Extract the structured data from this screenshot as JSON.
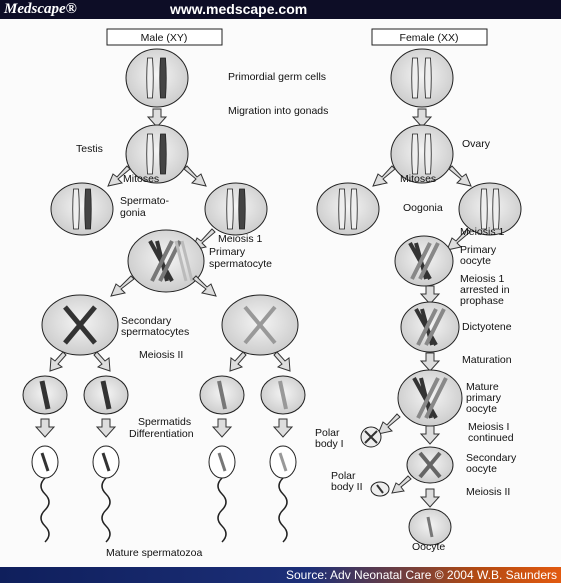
{
  "header": {
    "brand": "Medscape®",
    "url": "www.medscape.com"
  },
  "footer": {
    "source": "Source: Adv Neonatal Care © 2004 W.B. Saunders"
  },
  "labels": {
    "male_title": "Male (XY)",
    "female_title": "Female (XX)",
    "primordial": "Primordial germ cells",
    "migration": "Migration into gonads",
    "testis": "Testis",
    "ovary": "Ovary",
    "mitoses_male": "Mitoses",
    "mitoses_female": "Mitoses",
    "spermatogonia_1": "Spermato-",
    "spermatogonia_2": "gonia",
    "oogonia": "Oogonia",
    "meiosis1_male": "Meiosis 1",
    "meiosis1_female": "Meiosis 1",
    "primary_sperm_1": "Primary",
    "primary_sperm_2": "spermatocyte",
    "primary_oocyte_1": "Primary",
    "primary_oocyte_2": "oocyte",
    "arrest_1": "Meiosis 1",
    "arrest_2": "arrested in",
    "arrest_3": "prophase",
    "secondary_sperm_1": "Secondary",
    "secondary_sperm_2": "spermatocytes",
    "dictyotene": "Dictyotene",
    "meiosis2_male": "Meiosis II",
    "maturation": "Maturation",
    "mature_oocyte_1": "Mature",
    "mature_oocyte_2": "primary",
    "mature_oocyte_3": "oocyte",
    "spermatids": "Spermatids",
    "differentiation": "Differentiation",
    "meiosis1_cont_1": "Meiosis I",
    "meiosis1_cont_2": "continued",
    "polar1_1": "Polar",
    "polar1_2": "body I",
    "secondary_oocyte_1": "Secondary",
    "secondary_oocyte_2": "oocyte",
    "meiosis2_female": "Meiosis II",
    "polar2_1": "Polar",
    "polar2_2": "body II",
    "oocyte": "Oocyte",
    "mature_sperm": "Mature spermatozoa"
  }
}
